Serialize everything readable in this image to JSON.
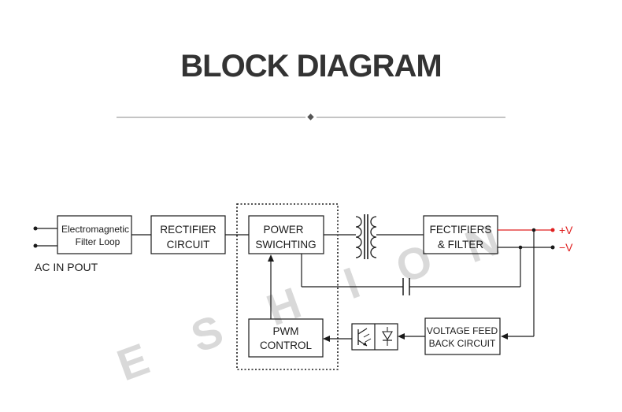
{
  "title": "BLOCK DIAGRAM",
  "watermark": [
    "E",
    "S",
    "H",
    "I",
    "O",
    "N"
  ],
  "blocks": {
    "emf": [
      "Electromagnetic",
      "Filter Loop"
    ],
    "rectifier": [
      "RECTIFIER",
      "CIRCUIT"
    ],
    "power": [
      "POWER",
      "SWICHTING"
    ],
    "pwm": [
      "PWM",
      "CONTROL"
    ],
    "fectifiers": [
      "FECTIFIERS",
      "& FILTER"
    ],
    "feedback": [
      "VOLTAGE FEED",
      "BACK CIRCUIT"
    ]
  },
  "labels": {
    "ac_in": "AC IN POUT",
    "plus_v": "+V",
    "minus_v": "−V"
  },
  "colors": {
    "title": "#333333",
    "line": "#1a1a1a",
    "positive": "#e02020",
    "watermark": "#d9d9d9"
  }
}
